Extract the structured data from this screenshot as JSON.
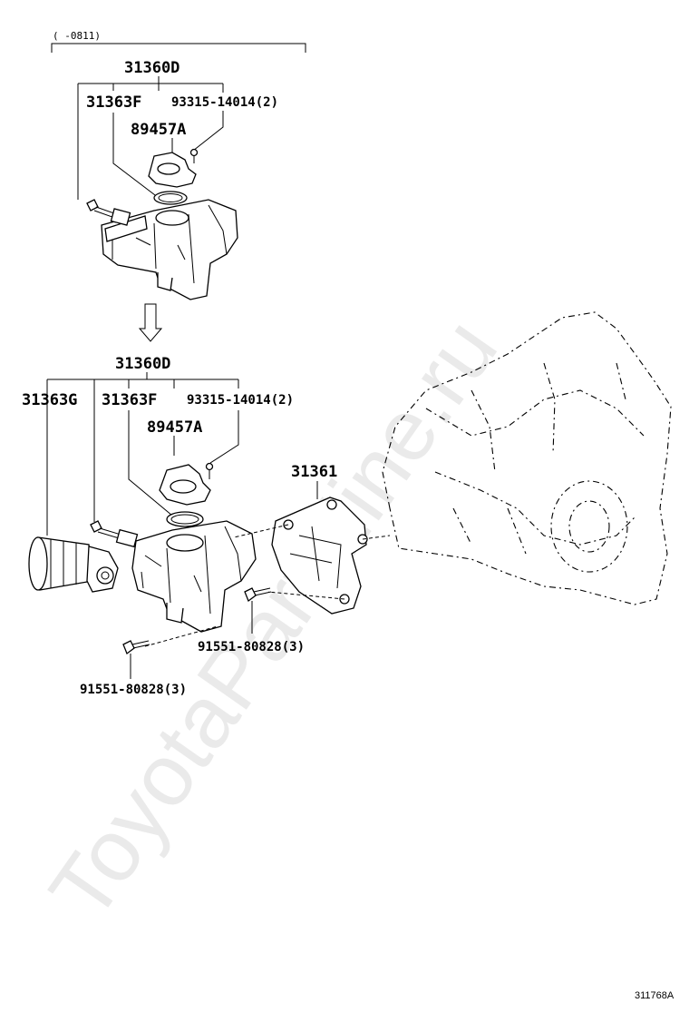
{
  "watermark": "ToyotaPartMine.ru",
  "diagram_id": "311768A",
  "upper_group": {
    "bracket_label": "(     -0811)",
    "assembly": "31360D",
    "part_a": "31363F",
    "bolt": "93315-14014(2)",
    "cover": "89457A"
  },
  "lower_group": {
    "assembly": "31360D",
    "motor": "31363G",
    "part_a": "31363F",
    "bolt": "93315-14014(2)",
    "cover": "89457A",
    "bracket": "31361",
    "bolt_right": "91551-80828(3)",
    "bolt_left": "91551-80828(3)"
  }
}
